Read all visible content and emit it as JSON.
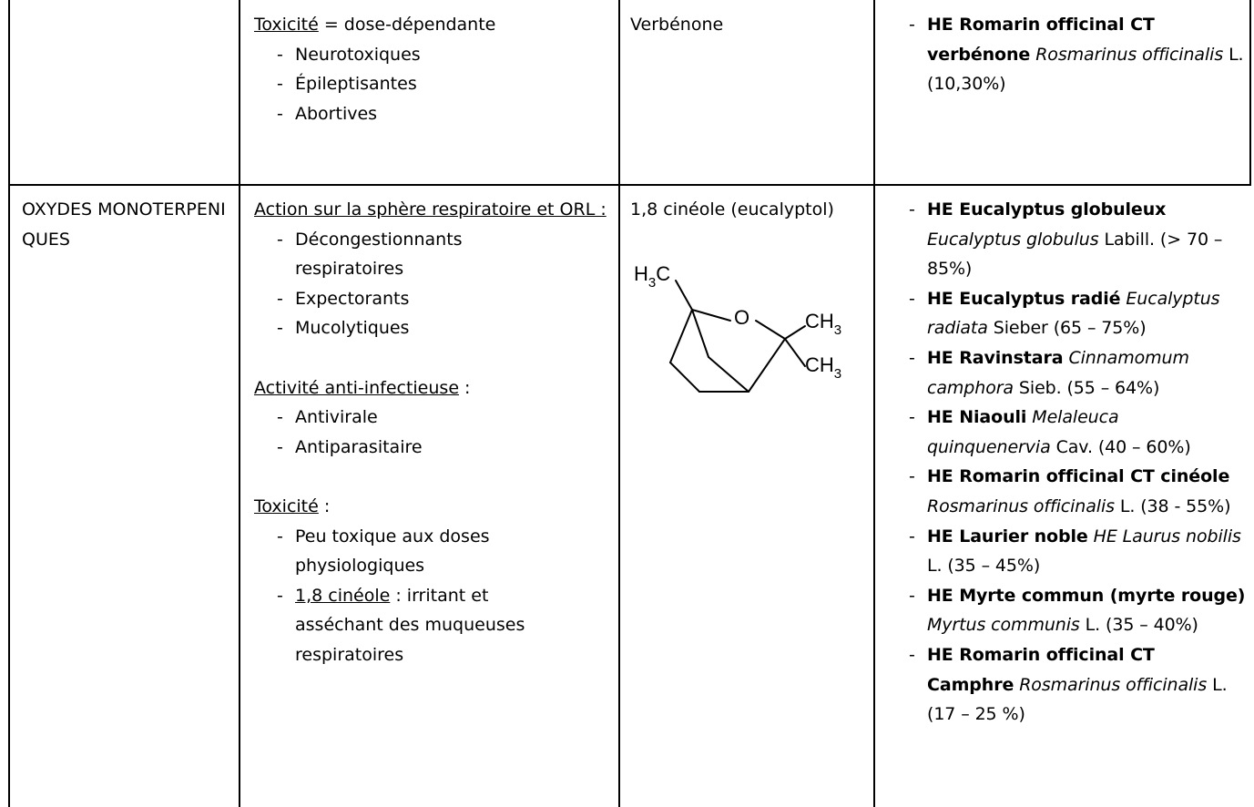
{
  "row1": {
    "effects": {
      "title": "Toxicité",
      "suffix": " = dose-dépendante",
      "items": [
        "Neurotoxiques",
        "Épileptisantes",
        "Abortives"
      ]
    },
    "molecule": "Verbénone",
    "oils": [
      {
        "bold": "HE Romarin officinal CT verbénone",
        "latin": "Rosmarinus officinalis",
        "rest": " L. (10,30%)"
      }
    ]
  },
  "row2": {
    "family": "OXYDES MONOTERPENIQUES",
    "action": {
      "title": "Action sur la sphère respiratoire et ORL :",
      "items": [
        "Décongestionnants respiratoires",
        "Expectorants",
        "Mucolytiques"
      ]
    },
    "activity": {
      "title": "Activité anti-infectieuse",
      "suffix": " :",
      "items": [
        "Antivirale",
        "Antiparasitaire"
      ]
    },
    "toxicity": {
      "title": "Toxicité",
      "suffix": " :",
      "item1": "Peu toxique aux doses physiologiques",
      "item2_u": "1,8 cinéole",
      "item2_rest": " : irritant et asséchant des muqueuses respiratoires"
    },
    "molecule": "1,8 cinéole (eucalyptol)",
    "structure": {
      "labels": {
        "h3c": "H",
        "h3c_sub": "3",
        "h3c_c": "C",
        "o": "O",
        "ch3": "CH",
        "ch3_sub": "3"
      }
    },
    "oils": [
      {
        "bold": "HE Eucalyptus globuleux",
        "latin": "Eucalyptus globulus",
        "rest": " Labill. (> 70 – 85%)"
      },
      {
        "bold": "HE Eucalyptus radié",
        "latin": "Eucalyptus radiata",
        "rest": " Sieber (65 – 75%)"
      },
      {
        "bold": "HE Ravinstara",
        "latin": "Cinnamomum camphora",
        "rest": " Sieb. (55 – 64%)"
      },
      {
        "bold": "HE Niaouli",
        "latin": "Melaleuca quinquenervia",
        "rest": " Cav. (40 – 60%)"
      },
      {
        "bold": "HE Romarin officinal CT cinéole",
        "latin": "Rosmarinus officinalis",
        "rest": " L. (38 - 55%)"
      },
      {
        "bold": "HE Laurier noble",
        "latin": "HE Laurus nobilis",
        "rest": " L. (35 – 45%)"
      },
      {
        "bold": "HE Myrte commun (myrte rouge)",
        "latin": "Myrtus communis",
        "rest": " L. (35 – 40%)"
      },
      {
        "bold": "HE Romarin officinal CT Camphre",
        "latin": "Rosmarinus officinalis",
        "rest": " L. (17 – 25 %)"
      }
    ]
  }
}
